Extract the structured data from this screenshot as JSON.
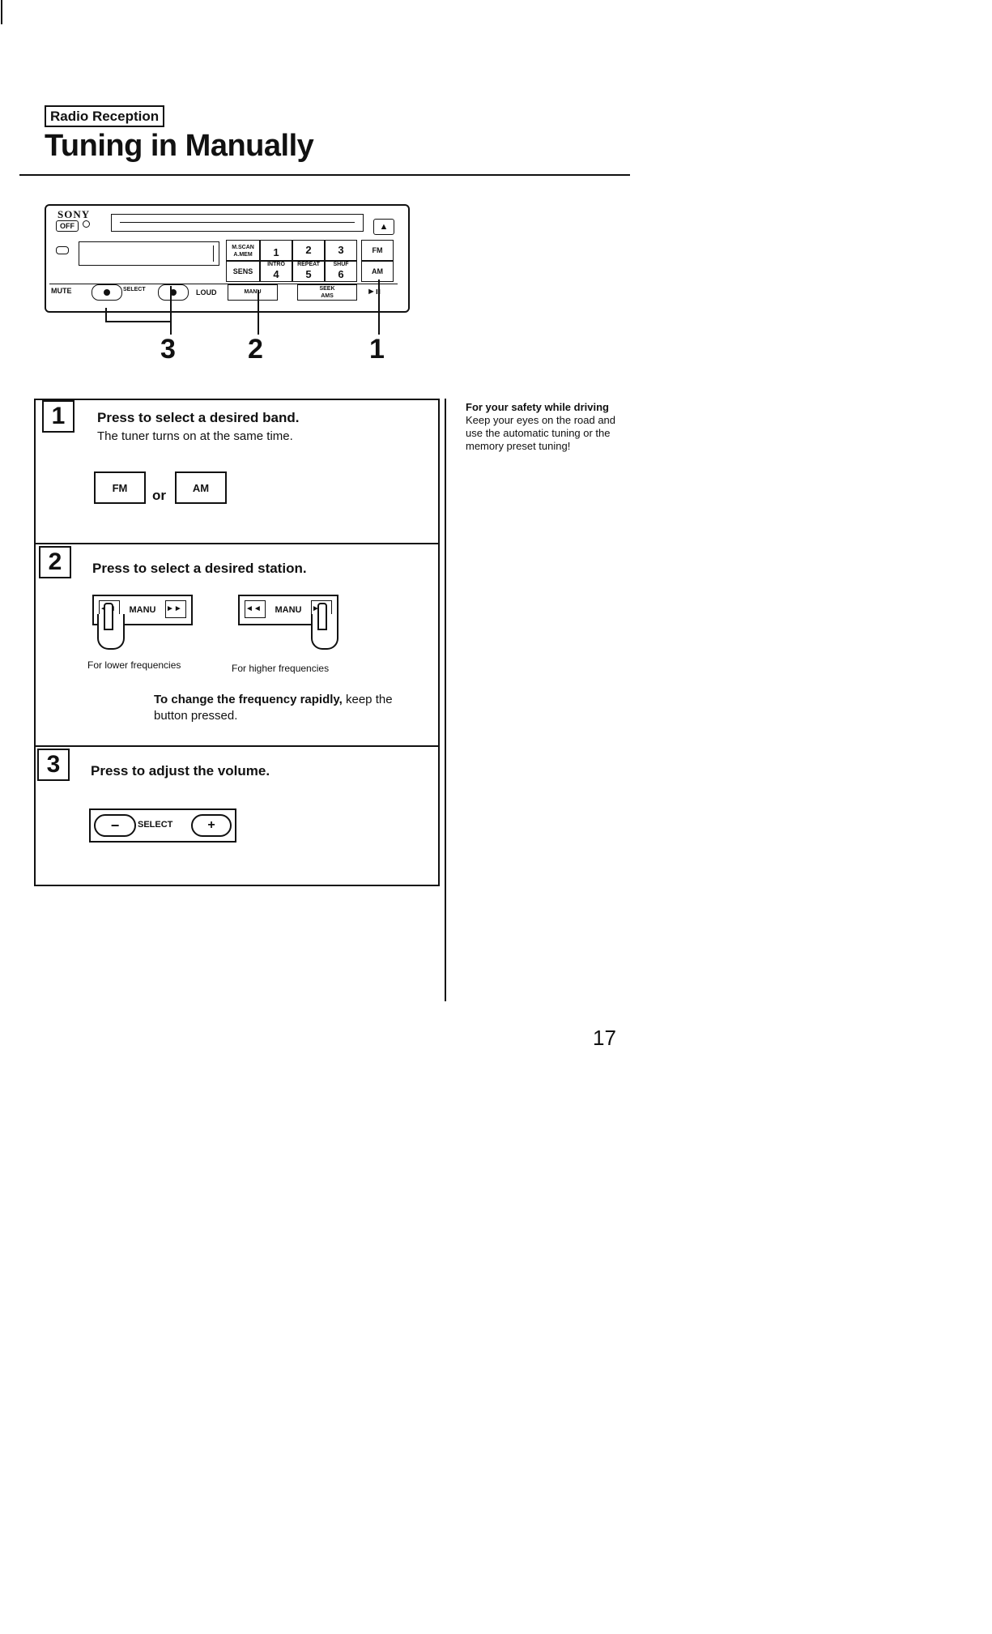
{
  "header": {
    "section": "Radio Reception",
    "title": "Tuning in Manually"
  },
  "device": {
    "brand": "SONY",
    "off_label": "OFF",
    "eject_symbol": "▲",
    "mscan_label": "M.SCAN",
    "amem_label": "A.MEM",
    "sens_label": "SENS",
    "intro_label": "INTRO",
    "repeat_label": "REPEAT",
    "shuf_label": "SHUF",
    "seek_label": "SEEK",
    "ams_label": "AMS",
    "preset_keys": [
      "1",
      "2",
      "3",
      "4",
      "5",
      "6"
    ],
    "fm_label": "FM",
    "am_label": "AM",
    "mute_label": "MUTE",
    "select_label": "SELECT",
    "loud_label": "LOUD",
    "manu_label": "MANU",
    "callouts": [
      "3",
      "2",
      "1"
    ]
  },
  "steps": [
    {
      "number": "1",
      "heading": "Press to select a desired band.",
      "text": "The tuner turns on at the same time.",
      "key_fm": "FM",
      "or": "or",
      "key_am": "AM"
    },
    {
      "number": "2",
      "heading": "Press to select a desired station.",
      "manu_label": "MANU",
      "caption_lower": "For lower frequencies",
      "caption_higher": "For higher frequencies",
      "tip_bold": "To change the frequency rapidly,",
      "tip_rest": "keep the button pressed."
    },
    {
      "number": "3",
      "heading": "Press to adjust the volume.",
      "minus": "−",
      "select_label": "SELECT",
      "plus": "+"
    }
  ],
  "side_note": {
    "heading": "For your safety while driving",
    "text": "Keep your eyes on the road and use the automatic tuning or the memory preset tuning!"
  },
  "page_number": "17"
}
